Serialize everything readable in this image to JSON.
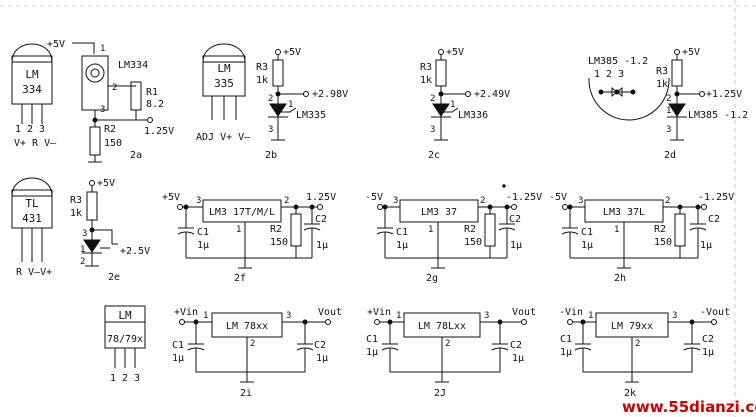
{
  "c2a": {
    "vcc": "+5V",
    "pkg_name": "LM",
    "pkg_num": "334",
    "pkg_pins_num": "1 2 3",
    "pkg_pins_fn": "V+ R  V—",
    "ic": "LM334",
    "pin1": "1",
    "pin2": "2",
    "pin3": "3",
    "r1": "R1",
    "r1v": "8.2",
    "r2": "R2",
    "r2v": "150",
    "vout": "1.25V",
    "tag": "2a"
  },
  "c2b": {
    "pkg_name": "LM",
    "pkg_num": "335",
    "pkg_pins": "ADJ V+ V—",
    "vcc": "+5V",
    "r": "R3",
    "rv": "1k",
    "vout": "+2.98V",
    "ic": "LM335",
    "pin1": "1",
    "pin2": "2",
    "pin3": "3",
    "tag": "2b"
  },
  "c2c": {
    "vcc": "+5V",
    "r": "R3",
    "rv": "1k",
    "vout": "+2.49V",
    "ic": "LM336",
    "pin1": "1",
    "pin2": "2",
    "pin3": "3",
    "tag": "2c"
  },
  "c2d": {
    "pkg_label": "LM385  -1.2",
    "pkg_pins": "1  2  3",
    "vcc": "+5V",
    "r": "R3",
    "rv": "1k",
    "vout": "+1.25V",
    "ic": "LM385 -1.2",
    "pin1": "1",
    "pin2": "2",
    "pin3": "3",
    "tag": "2d"
  },
  "c2e": {
    "pkg_name": "TL",
    "pkg_num": "431",
    "pkg_pins": "R V—V+",
    "vcc": "+5V",
    "r": "R3",
    "rv": "1k",
    "vout": "+2.5V",
    "pin1": "1",
    "pin2": "2",
    "pin3": "3",
    "tag": "2e"
  },
  "c2f": {
    "vin": "+5V",
    "ic": "LM3 17T/M/L",
    "pin1": "1",
    "pin2": "2",
    "pin3": "3",
    "vout": "1.25V",
    "c1": "C1",
    "c1v": "1μ",
    "r2": "R2",
    "r2v": "150",
    "c2": "C2",
    "c2v": "1μ",
    "tag": "2f"
  },
  "c2g": {
    "vin": "-5V",
    "ic": "LM3 37",
    "pin1": "1",
    "pin2": "2",
    "pin3": "3",
    "vout": "-1.25V",
    "c1": "C1",
    "c1v": "1μ",
    "r2": "R2",
    "r2v": "150",
    "c2": "C2",
    "c2v": "1μ",
    "tag": "2g"
  },
  "c2h": {
    "vin": "-5V",
    "ic": "LM3 37L",
    "pin1": "1",
    "pin2": "2",
    "pin3": "3",
    "vout": "-1.25V",
    "c1": "C1",
    "c1v": "1μ",
    "r2": "R2",
    "r2v": "150",
    "c2": "C2",
    "c2v": "1μ",
    "tag": "2h"
  },
  "pkg78": {
    "name": "LM",
    "num": "78/79x",
    "pins": "1 2 3"
  },
  "c2i": {
    "vin": "+Vin",
    "vout": "Vout",
    "ic": "LM 78xx",
    "pin1": "1",
    "pin2": "2",
    "pin3": "3",
    "c1": "C1",
    "c1v": "1μ",
    "c2": "C2",
    "c2v": "1μ",
    "tag": "2i"
  },
  "c2j": {
    "vin": "+Vin",
    "vout": "Vout",
    "ic": "LM 78Lxx",
    "pin1": "1",
    "pin2": "2",
    "pin3": "3",
    "c1": "C1",
    "c1v": "1μ",
    "c2": "C2",
    "c2v": "1μ",
    "tag": "2J"
  },
  "c2k": {
    "vin": "-Vin",
    "vout": "-Vout",
    "ic": "LM 79xx",
    "pin1": "1",
    "pin2": "2",
    "pin3": "3",
    "c1": "C1",
    "c1v": "1μ",
    "c2": "C2",
    "c2v": "1μ",
    "tag": "2k"
  },
  "watermark": "www.55dianzi.com"
}
